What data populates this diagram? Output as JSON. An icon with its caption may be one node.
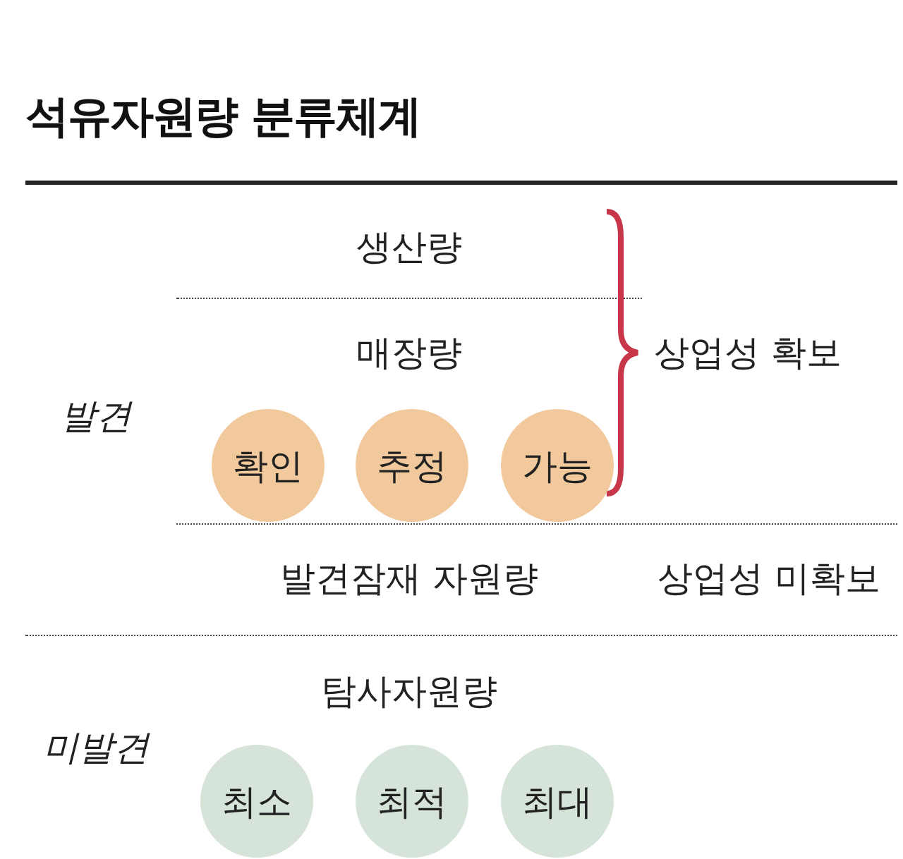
{
  "diagram": {
    "title": "석유자원량 분류체계",
    "nodes": [
      {
        "text": [
          "확인"
        ]
      },
      {
        "text": [
          "추정"
        ]
      },
      {
        "text": [
          "가능"
        ]
      },
      {
        "text": [
          "최소"
        ]
      },
      {
        "text": [
          "최적"
        ]
      },
      {
        "text": [
          "최대"
        ]
      }
    ],
    "labels": [
      "생산량",
      "상업성 확보",
      "매장량",
      "발견",
      "발견잠재 자원량",
      "상업성 미확보",
      "탐사자원량",
      "미발견"
    ]
  }
}
